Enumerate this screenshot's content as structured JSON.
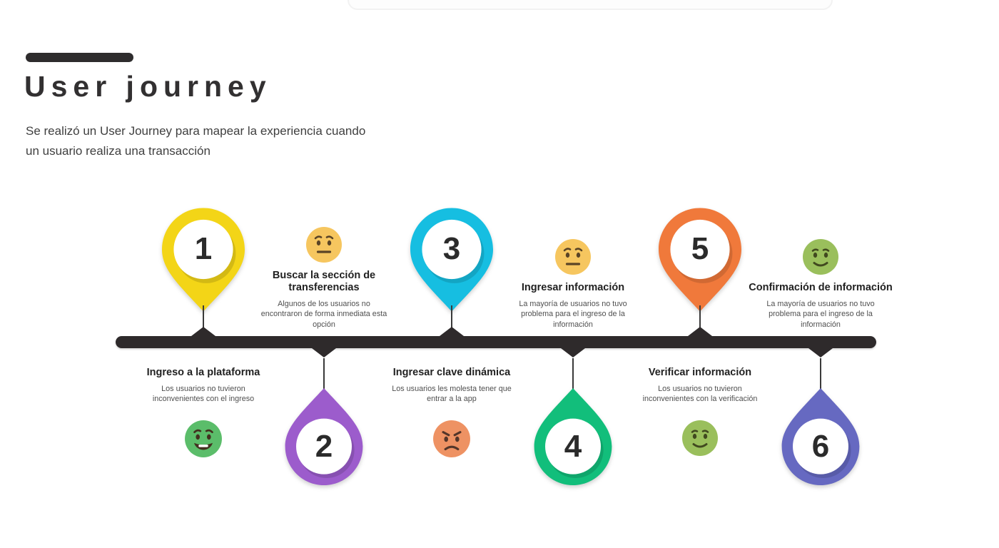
{
  "header": {
    "title": "User journey",
    "subtitle": "Se realizó un User Journey para mapear la experiencia cuando un usuario realiza una transacción"
  },
  "timeline": {
    "bar_color": "#2e2a2b"
  },
  "steps": [
    {
      "number": "1",
      "pin_side": "above",
      "pin_color": "#F3D517",
      "title": "Ingreso a la plataforma",
      "description": "Los usuarios no tuvieron inconvenientes con el ingreso",
      "emoji": "happy",
      "emoji_color": "#5BBD6A"
    },
    {
      "number": "2",
      "pin_side": "below",
      "pin_color": "#9C5CCC",
      "title": "Buscar la sección de transferencias",
      "description": "Algunos de los usuarios no encontraron de forma inmediata esta opción",
      "emoji": "neutral",
      "emoji_color": "#F6C65F"
    },
    {
      "number": "3",
      "pin_side": "above",
      "pin_color": "#16BEE1",
      "title": "Ingresar clave dinámica",
      "description": "Los usuarios les molesta tener que entrar a la app",
      "emoji": "angry",
      "emoji_color": "#EE9263"
    },
    {
      "number": "4",
      "pin_side": "below",
      "pin_color": "#12BE7B",
      "title": "Ingresar información",
      "description": "La mayoría de usuarios no tuvo problema para el ingreso de la información",
      "emoji": "neutral",
      "emoji_color": "#F6C65F"
    },
    {
      "number": "5",
      "pin_side": "above",
      "pin_color": "#F0793B",
      "title": "Verificar información",
      "description": "Los usuarios no tuvieron inconvenientes con la verificación",
      "emoji": "slight_smile",
      "emoji_color": "#9ABF5C"
    },
    {
      "number": "6",
      "pin_side": "below",
      "pin_color": "#6669C1",
      "title": "Confirmación de información",
      "description": "La mayoría de usuarios no tuvo problema para el ingreso de la información",
      "emoji": "slight_smile",
      "emoji_color": "#9ABF5C"
    }
  ]
}
